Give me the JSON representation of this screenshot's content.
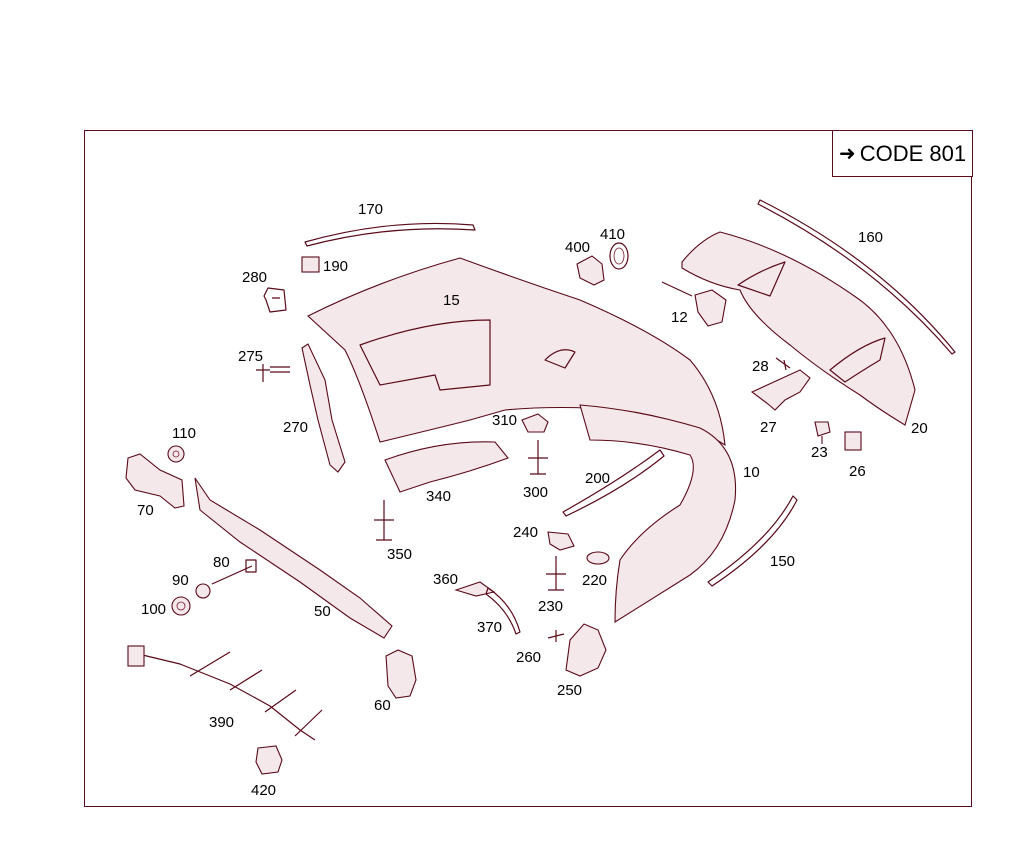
{
  "code_box": {
    "arrow": "➜",
    "text": "CODE 801"
  },
  "labels": {
    "p170": "170",
    "p190": "190",
    "p280": "280",
    "p15": "15",
    "p400": "400",
    "p410": "410",
    "p160": "160",
    "p12": "12",
    "p275": "275",
    "p270": "270",
    "p28": "28",
    "p110": "110",
    "p310": "310",
    "p27": "27",
    "p20": "20",
    "p23": "23",
    "p26": "26",
    "p70": "70",
    "p300": "300",
    "p10": "10",
    "p340": "340",
    "p200": "200",
    "p80": "80",
    "p350": "350",
    "p240": "240",
    "p90": "90",
    "p100": "100",
    "p220": "220",
    "p150": "150",
    "p360": "360",
    "p50": "50",
    "p230": "230",
    "p370": "370",
    "p260": "260",
    "p60": "60",
    "p250": "250",
    "p390": "390",
    "p420": "420"
  }
}
